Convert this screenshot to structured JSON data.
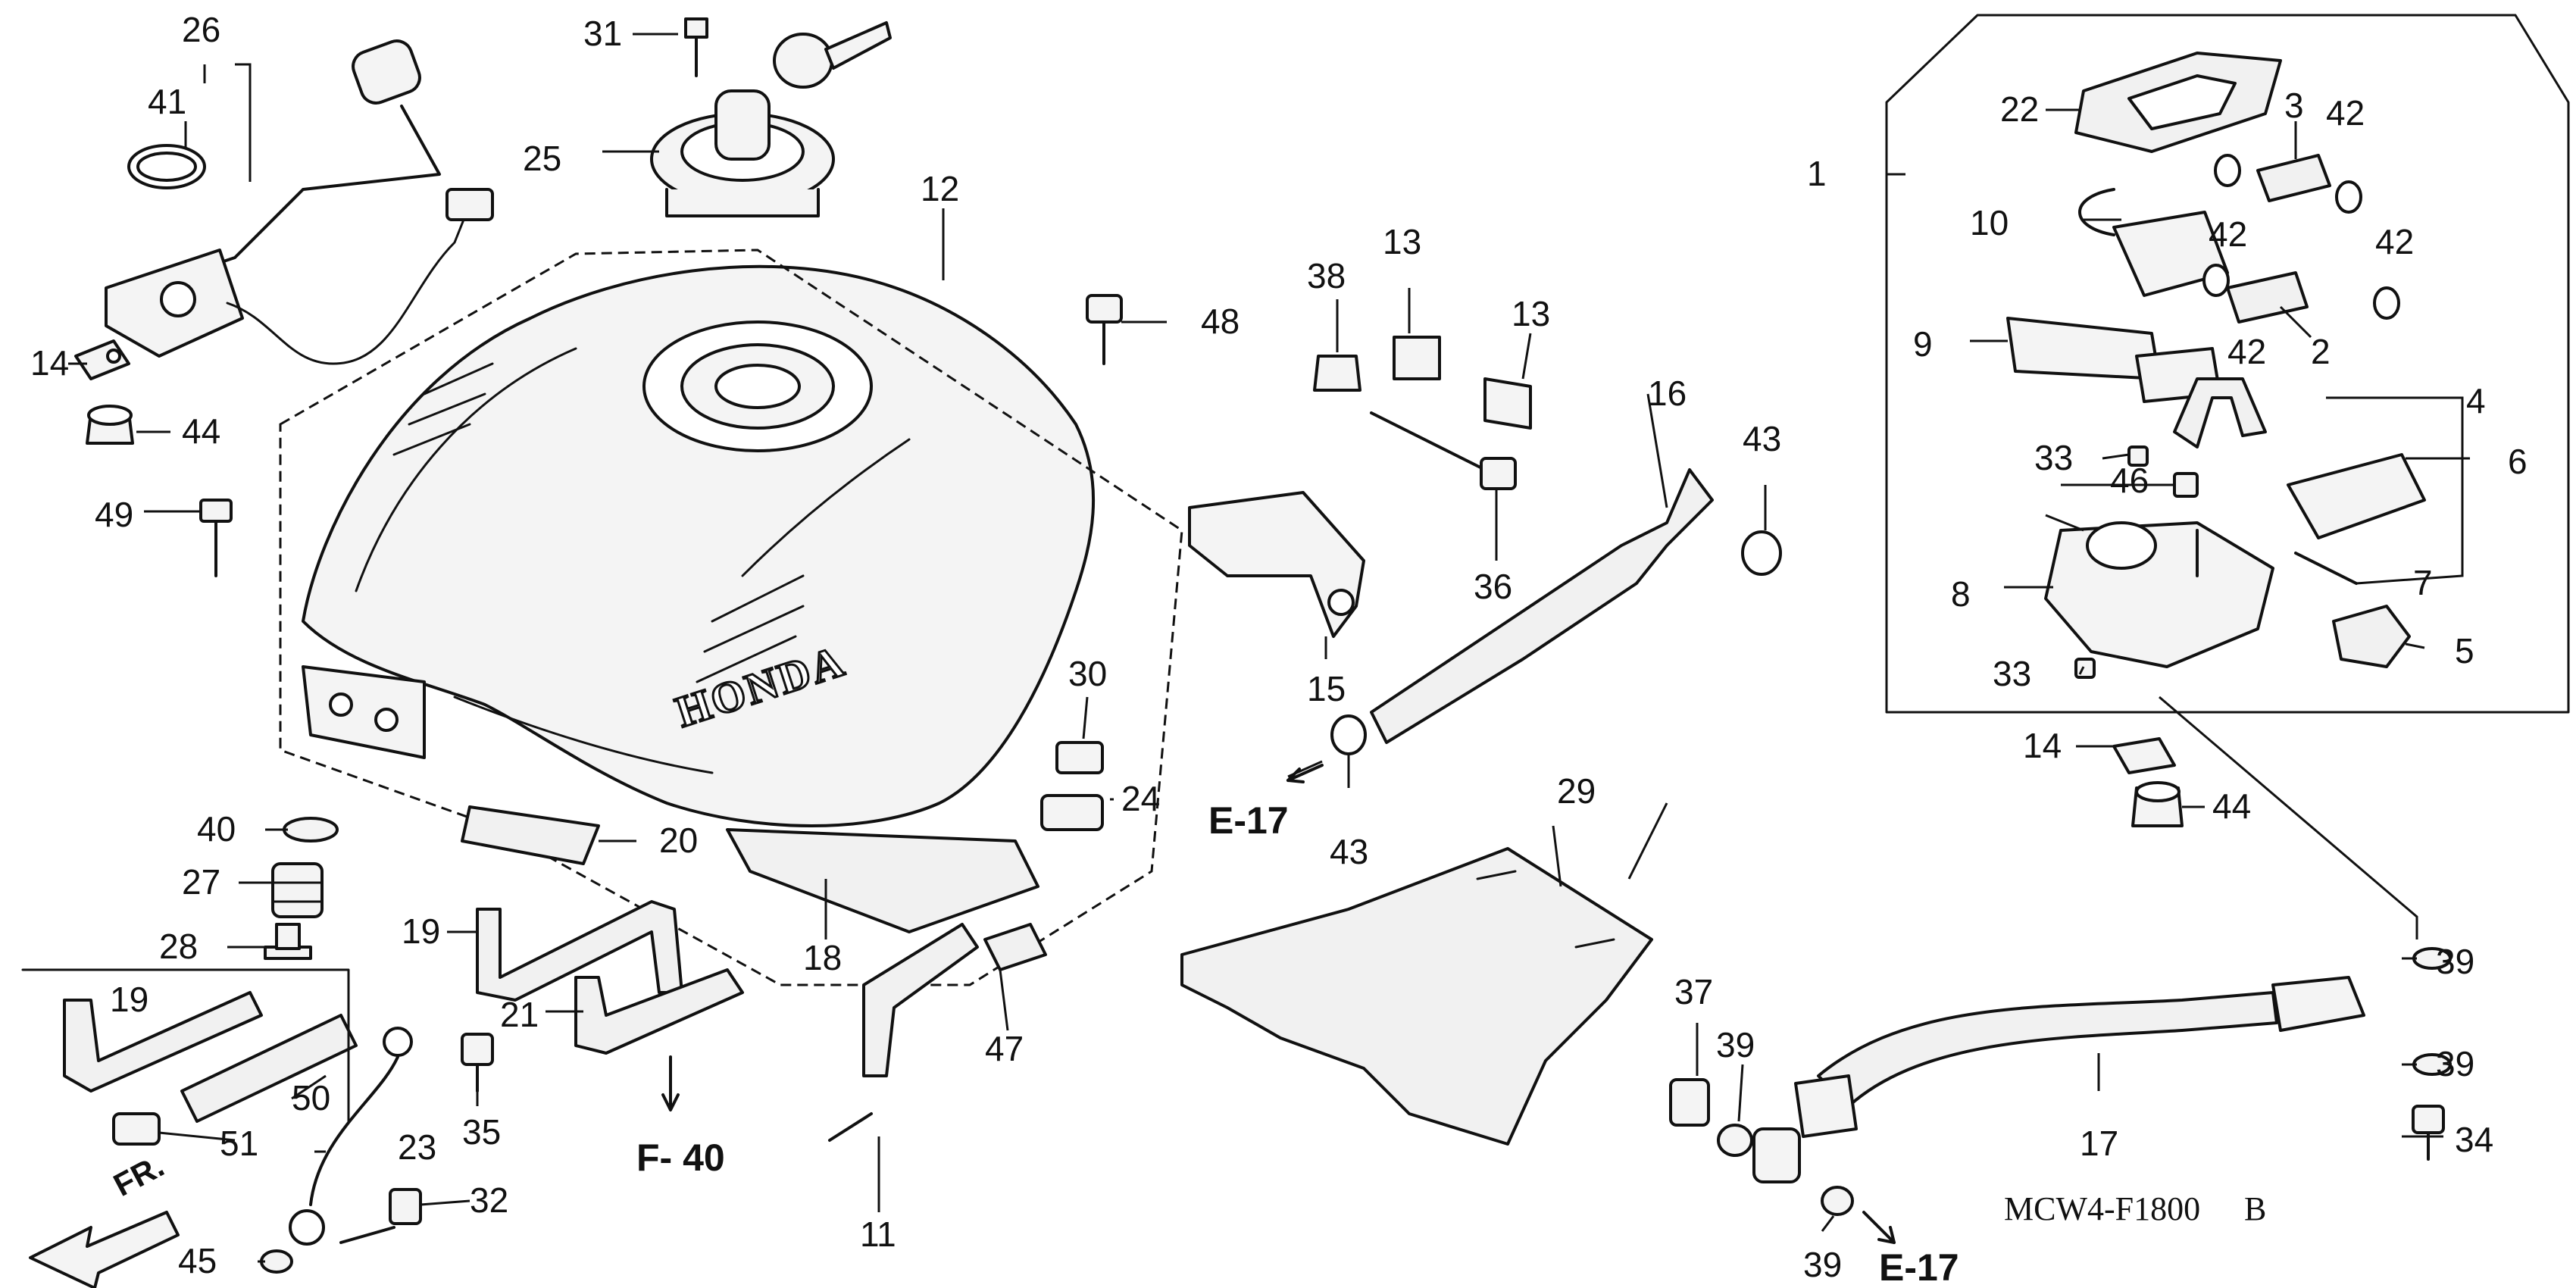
{
  "diagram": {
    "callouts": [
      "1",
      "2",
      "3",
      "4",
      "5",
      "6",
      "7",
      "8",
      "9",
      "10",
      "11",
      "12",
      "13",
      "13",
      "14",
      "14",
      "15",
      "16",
      "17",
      "18",
      "19",
      "19",
      "20",
      "21",
      "22",
      "23",
      "24",
      "25",
      "26",
      "27",
      "28",
      "29",
      "30",
      "31",
      "32",
      "33",
      "33",
      "34",
      "35",
      "36",
      "37",
      "38",
      "39",
      "39",
      "39",
      "39",
      "40",
      "41",
      "42",
      "42",
      "42",
      "42",
      "43",
      "43",
      "44",
      "44",
      "45",
      "46",
      "47",
      "48",
      "49",
      "50",
      "51"
    ],
    "references": {
      "e17_left": "E-17",
      "e17_bottom": "E-17",
      "f40": "F- 40"
    },
    "direction_label": "FR.",
    "brand_marking": "HONDA",
    "drawing_code": "MCW4-F1800",
    "drawing_code_suffix": "B"
  },
  "colors": {
    "ink": "#111111",
    "paper": "#ffffff",
    "fill": "#f4f4f4"
  }
}
